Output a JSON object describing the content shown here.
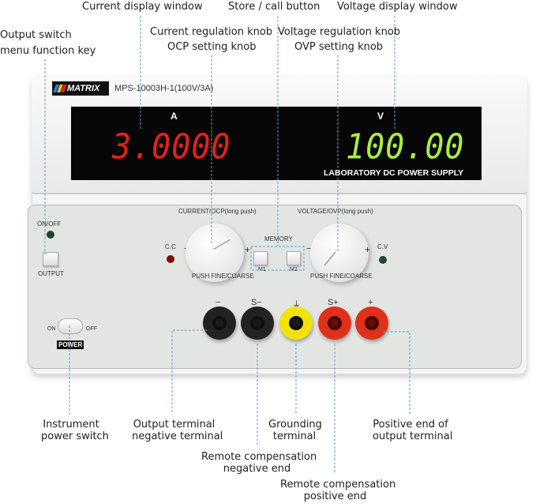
{
  "callouts": {
    "current_display": "Current display window",
    "store_call": "Store / call button",
    "voltage_display": "Voltage display window",
    "output_switch": [
      "Output switch",
      "menu function key"
    ],
    "current_knob": [
      "Current regulation knob",
      "OCP setting knob"
    ],
    "voltage_knob": [
      "Voltage regulation knob",
      "OVP setting knob"
    ],
    "power_switch": [
      "Instrument",
      "power switch"
    ],
    "output_negative": [
      "Output terminal",
      "negative terminal"
    ],
    "grounding": [
      "Grounding",
      "terminal"
    ],
    "positive_end": [
      "Positive end of",
      "output terminal"
    ],
    "remote_negative": [
      "Remote compensation",
      "negative end"
    ],
    "remote_positive": [
      "Remote compensation",
      "positive end"
    ]
  },
  "device": {
    "brand": "MATRIX",
    "model": "MPS-10003H-1(100V/3A)",
    "current_unit": "A",
    "current_value": "3.0000",
    "voltage_unit": "V",
    "voltage_value": "100.00",
    "tagline": "LABORATORY DC POWER SUPPLY",
    "on_off": "ON/OFF",
    "output": "OUTPUT",
    "current_knob_label": "CURRENT/OCP(long push)",
    "voltage_knob_label": "VOLTAGE/OVP(long push)",
    "push_fine": "PUSH FINE/COARSE",
    "memory": "MEMORY",
    "m1": "M1",
    "m2": "M2",
    "cc": "C.C",
    "cv": "C.V",
    "minus": "−",
    "plus": "+",
    "power": "POWER",
    "on": "ON",
    "off": "OFF",
    "terminals": [
      "−",
      "S−",
      "⏚",
      "S+",
      "+"
    ],
    "colors": {
      "current": "#e8201a",
      "voltage": "#a8f03a",
      "callout_line": "#5a9fd0"
    }
  }
}
